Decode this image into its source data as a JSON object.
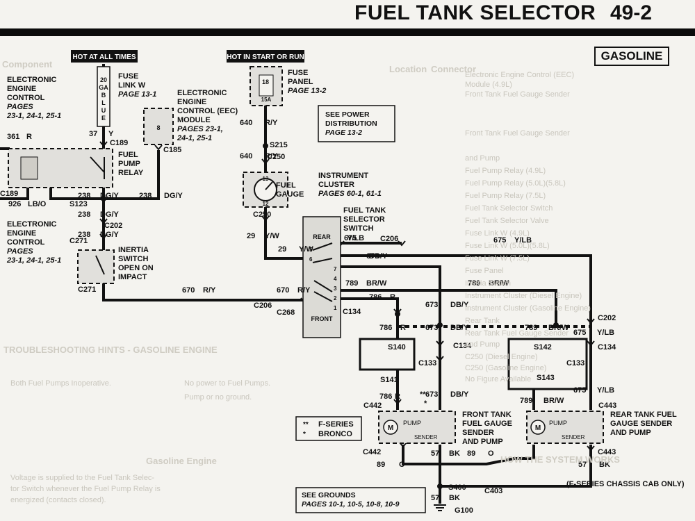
{
  "header": {
    "title": "FUEL TANK SELECTOR",
    "page_number": "49-2",
    "engine_badge": "GASOLINE"
  },
  "power": {
    "hot_at_all_times": "HOT AT ALL TIMES",
    "hot_in_start_run": "HOT IN START OR RUN"
  },
  "components": {
    "fuse_link": {
      "lines": [
        "FUSE",
        "LINK W",
        "PAGE 13-1"
      ],
      "body": [
        "20",
        "GA",
        "B",
        "L",
        "U",
        "E"
      ]
    },
    "fuse_panel": {
      "lines": [
        "FUSE",
        "PANEL",
        "PAGE 13-2"
      ],
      "fuse_top": "18",
      "fuse_amp": "15A"
    },
    "power_distribution": {
      "lines": [
        "SEE POWER",
        "DISTRIBUTION",
        "PAGE 13-2"
      ]
    },
    "eec_left_top": {
      "lines": [
        "ELECTRONIC",
        "ENGINE",
        "CONTROL",
        "PAGES",
        "23-1, 24-1, 25-1"
      ]
    },
    "eec_left_bottom": {
      "lines": [
        "ELECTRONIC",
        "ENGINE",
        "CONTROL",
        "PAGES",
        "23-1, 24-1, 25-1"
      ]
    },
    "eec_module": {
      "lines": [
        "ELECTRONIC",
        "ENGINE",
        "CONTROL (EEC)",
        "MODULE",
        "PAGES 23-1,",
        "24-1, 25-1"
      ],
      "pin": "8"
    },
    "fuel_pump_relay": {
      "lines": [
        "FUEL",
        "PUMP",
        "RELAY"
      ]
    },
    "inertia_switch": {
      "lines": [
        "INERTIA",
        "SWITCH",
        "OPEN ON",
        "IMPACT"
      ]
    },
    "instrument_cluster": {
      "lines": [
        "INSTRUMENT",
        "CLUSTER",
        "PAGES 60-1, 61-1"
      ],
      "gauge": [
        "FUEL",
        "GAUGE"
      ],
      "pin_top": "13",
      "pin_bottom": "12"
    },
    "selector_switch": {
      "lines": [
        "FUEL TANK",
        "SELECTOR",
        "SWITCH"
      ],
      "rear": "REAR",
      "front": "FRONT",
      "pins": [
        "5",
        "6",
        "7",
        "4",
        "3",
        "2",
        "1"
      ]
    },
    "front_tank": {
      "lines": [
        "FRONT TANK",
        "FUEL GAUGE",
        "SENDER",
        "AND PUMP"
      ],
      "pump": "PUMP",
      "sender": "SENDER",
      "motor": "M"
    },
    "rear_tank": {
      "lines": [
        "REAR TANK FUEL",
        "GAUGE SENDER",
        "AND PUMP"
      ],
      "pump": "PUMP",
      "sender": "SENDER",
      "motor": "M"
    },
    "grounds": {
      "lines": [
        "SEE GROUNDS",
        "PAGES 10-1, 10-5, 10-8, 10-9"
      ],
      "ground_id": "G100"
    },
    "chassis_note": "(F-SERIES CHASSIS CAB ONLY)",
    "legend": [
      {
        "mark": "**",
        "text": "F-SERIES"
      },
      {
        "mark": "*",
        "text": "BRONCO"
      }
    ]
  },
  "connectors": [
    "C189",
    "C185",
    "C202",
    "C271",
    "C250",
    "C206",
    "C268",
    "C134",
    "C133",
    "C442",
    "C443",
    "C403",
    "S123",
    "S215",
    "S140",
    "S141",
    "S142",
    "S143",
    "S400"
  ],
  "wires": {
    "w361": [
      "361",
      "R"
    ],
    "w37": [
      "37",
      "Y"
    ],
    "w926": [
      "926",
      "LB/O"
    ],
    "w238": [
      "238",
      "DG/Y"
    ],
    "w640": [
      "640",
      "R/Y"
    ],
    "w29": [
      "29",
      "Y/W"
    ],
    "w670": [
      "670",
      "R/Y"
    ],
    "w675": [
      "675",
      "Y/LB"
    ],
    "w673": [
      "673",
      "DB/Y"
    ],
    "w789": [
      "789",
      "BR/W"
    ],
    "w786": [
      "786",
      "R"
    ],
    "w57": [
      "57",
      "BK"
    ],
    "w89": [
      "89",
      "O"
    ],
    "marks": {
      "star2": "**",
      "star1": "*"
    }
  },
  "background_text": {
    "connector_table_header": [
      "Component",
      "Location",
      "Connector"
    ],
    "rows": [
      "Electronic Engine Control (EEC)",
      "Module (4.9L)",
      "Front Tank Fuel Gauge Sender",
      "Front Tank Fuel Gauge Sender",
      "and Pump",
      "Fuel Pump Relay (4.9L)",
      "Fuel Pump Relay (5.0L)(5.8L)",
      "Fuel Pump Relay (7.5L)",
      "Fuel Tank Selector Switch",
      "Fuel Tank Selector Valve",
      "Fuse Link W (4.9L)",
      "Fuse Link W (5.0L)(5.8L)",
      "Fuse Link W (7.5L)",
      "Fuse Panel",
      "Inertia Switch",
      "Instrument Cluster (Diesel Engine)",
      "Instrument Cluster (Gasoline Engine)",
      "Rear Tank",
      "Rear Tank Fuel Gauge Sender",
      "and Pump",
      "C250 (Diesel Engine)",
      "C250 (Gasoline Engine)",
      "No Figure Available"
    ],
    "troubleshooting": "TROUBLESHOOTING HINTS - GASOLINE ENGINE",
    "hints": [
      "Both Fuel Pumps Inoperative.",
      "No power to Fuel Pumps.",
      "Pump or no ground."
    ],
    "how_it_works": "HOW THE SYSTEM WORKS",
    "operation": [
      "Gasoline Engine",
      "Voltage is supplied to the Fuel Tank Selec-",
      "tor Switch whenever the Fuel Pump Relay is",
      "energized (contacts closed)."
    ]
  }
}
